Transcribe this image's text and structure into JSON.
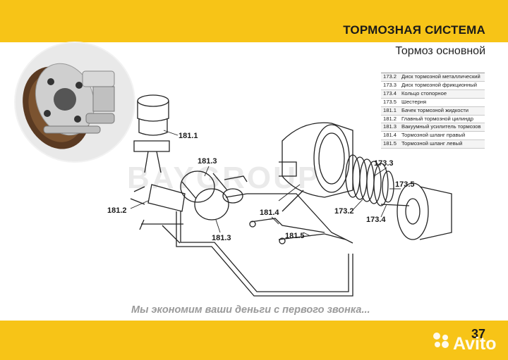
{
  "header": {
    "title": "ТОРМОЗНАЯ СИСТЕМА",
    "subtitle": "Тормоз основной"
  },
  "legend": [
    {
      "code": "173.2",
      "name": "Диск тормозной металлический"
    },
    {
      "code": "173.3",
      "name": "Диск тормозной фрикционный"
    },
    {
      "code": "173.4",
      "name": "Кольцо стопорное"
    },
    {
      "code": "173.5",
      "name": "Шестерня"
    },
    {
      "code": "181.1",
      "name": "Бачек тормозной жидкости"
    },
    {
      "code": "181.2",
      "name": "Главный тормозной цилиндр"
    },
    {
      "code": "181.3",
      "name": "Вакуумный усилитель тормозов"
    },
    {
      "code": "181.4",
      "name": "Тормозной шланг правый"
    },
    {
      "code": "181.5",
      "name": "Тормозной шланг левый"
    }
  ],
  "callouts": {
    "c1811": "181.1",
    "c1813a": "181.3",
    "c1812": "181.2",
    "c1813b": "181.3",
    "c1814": "181.4",
    "c1815": "181.5",
    "c1733": "173.3",
    "c1735": "173.5",
    "c1732": "173.2",
    "c1734": "173.4"
  },
  "watermark": "BAYGROUP",
  "slogan": "Мы экономим ваши деньги с первого звонка...",
  "page_number": "37",
  "brand": "Avito",
  "colors": {
    "band": "#f7c417",
    "text": "#1a1a1a",
    "slogan": "#9a9a9a"
  }
}
